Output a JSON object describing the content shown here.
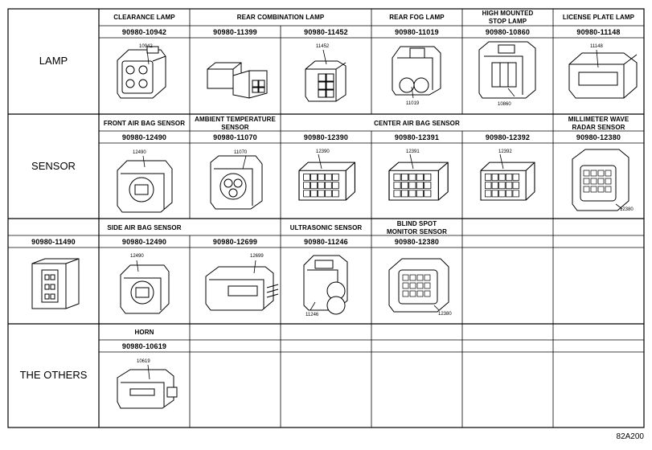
{
  "categories": {
    "lamp": "LAMP",
    "sensor": "SENSOR",
    "others": "THE OTHERS"
  },
  "lamp": {
    "clearance": {
      "label": "CLEARANCE LAMP",
      "part": "90980-10942",
      "callout": "10942"
    },
    "rear_combination": {
      "label": "REAR COMBINATION LAMP",
      "parts": [
        {
          "part": "90980-11399"
        },
        {
          "part": "90980-11452",
          "callout": "11452"
        }
      ]
    },
    "rear_fog": {
      "label": "REAR FOG LAMP",
      "part": "90980-11019",
      "callout": "11019"
    },
    "high_mounted": {
      "label_line1": "HIGH MOUNTED",
      "label_line2": "STOP LAMP",
      "part": "90980-10860",
      "callout": "10860"
    },
    "license_plate": {
      "label": "LICENSE PLATE LAMP",
      "part": "90980-11148",
      "callout": "11148"
    }
  },
  "sensor": {
    "front_air_bag": {
      "label": "FRONT AIR BAG SENSOR",
      "part": "90980-12490",
      "callout": "12490"
    },
    "ambient_temp": {
      "label_line1": "AMBIENT TEMPERATURE",
      "label_line2": "SENSOR",
      "part": "90980-11070",
      "callout": "11070"
    },
    "center_air_bag": {
      "label": "CENTER AIR BAG SENSOR",
      "parts": [
        {
          "part": "90980-12390",
          "callout": "12390"
        },
        {
          "part": "90980-12391",
          "callout": "12391"
        },
        {
          "part": "90980-12392",
          "callout": "12392"
        }
      ]
    },
    "millimeter_wave": {
      "label_line1": "MILLIMETER WAVE",
      "label_line2": "RADAR SENSOR",
      "part": "90980-12380",
      "callout": "12380"
    },
    "side_air_bag": {
      "label": "SIDE AIR BAG SENSOR",
      "parts": [
        {
          "part": "90980-11490"
        },
        {
          "part": "90980-12490",
          "callout": "12490"
        },
        {
          "part": "90980-12699",
          "callout": "12699"
        }
      ]
    },
    "ultrasonic": {
      "label": "ULTRASONIC SENSOR",
      "part": "90980-11246",
      "callout": "11246"
    },
    "blind_spot": {
      "label_line1": "BLIND SPOT",
      "label_line2": "MONITOR SENSOR",
      "part": "90980-12380",
      "callout": "12380"
    }
  },
  "others": {
    "horn": {
      "label": "HORN",
      "part": "90980-10619",
      "callout": "10619"
    }
  },
  "figure_code": "82A200"
}
